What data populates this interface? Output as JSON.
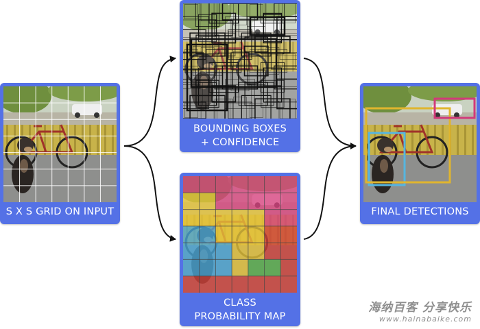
{
  "panels": {
    "grid": {
      "label": "S X S GRID ON INPUT"
    },
    "boxes": {
      "label_line1": "BOUNDING BOXES",
      "label_line2": "+ CONFIDENCE"
    },
    "classmap": {
      "label_line1": "CLASS",
      "label_line2": "PROBABILITY MAP"
    },
    "detections": {
      "label": "FINAL DETECTIONS"
    }
  },
  "grid_size": 7,
  "colors": {
    "panel_bg": "#5471e6",
    "label_text": "#ffffff",
    "arrow": "#111111",
    "class_dog": "#4aa8d8",
    "class_bicycle": "#e8c53a",
    "class_car": "#d8417f",
    "class_dining_table": "#56b04a",
    "class_other": "#d2413a",
    "box_dog": "#56b6e0",
    "box_bicycle": "#e0b52e",
    "box_car": "#d23a7a"
  },
  "class_map": [
    [
      "car",
      "car",
      "car",
      "car",
      "car",
      "car",
      "car"
    ],
    [
      "bicycle",
      "bicycle",
      "car",
      "car",
      "car",
      "car",
      "car"
    ],
    [
      "bicycle",
      "bicycle",
      "bicycle",
      "bicycle",
      "bicycle",
      "car",
      "car"
    ],
    [
      "dog",
      "dog",
      "bicycle",
      "bicycle",
      "bicycle",
      "other",
      "other"
    ],
    [
      "dog",
      "dog",
      "dog",
      "bicycle",
      "bicycle",
      "other",
      "other"
    ],
    [
      "dog",
      "dog",
      "dog",
      "bicycle",
      "dining_table",
      "dining_table",
      "other"
    ],
    [
      "other",
      "other",
      "other",
      "other",
      "other",
      "other",
      "other"
    ]
  ],
  "watermark": {
    "cn": "海纳百客 分享快乐",
    "url": "www.hainabaike.com"
  }
}
